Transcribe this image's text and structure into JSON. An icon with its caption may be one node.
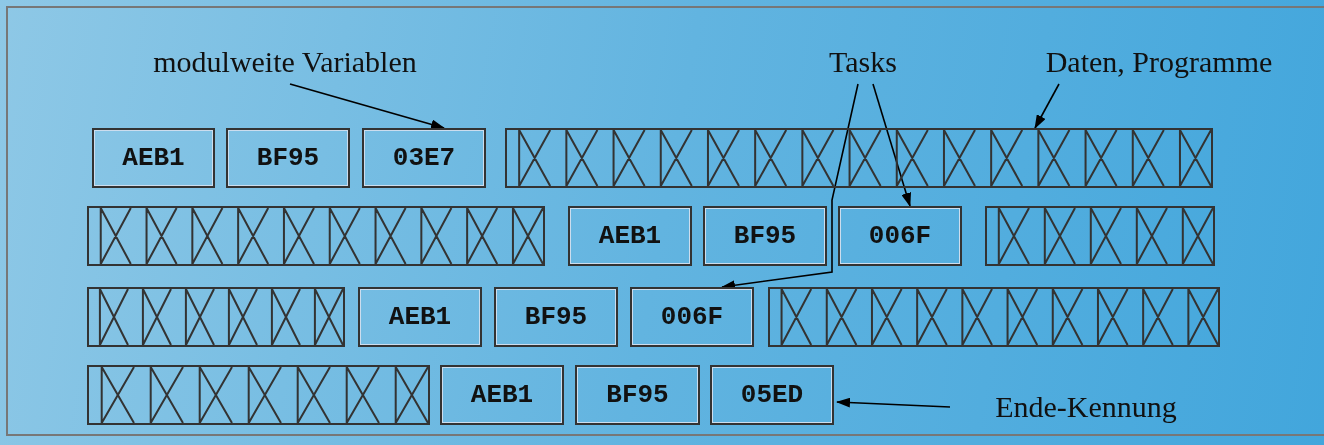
{
  "diagram": {
    "nodes": [
      {
        "text": [
          "modulweite Variablen"
        ]
      },
      {
        "text": [
          "Tasks"
        ]
      },
      {
        "text": [
          "Daten, Programme"
        ]
      },
      {
        "text": [
          "AEB1"
        ]
      },
      {
        "text": [
          "BF95"
        ]
      },
      {
        "text": [
          "03E7"
        ]
      },
      {
        "text": [],
        "shape": "bar"
      },
      {
        "text": [],
        "shape": "bar"
      },
      {
        "text": [
          "AEB1"
        ]
      },
      {
        "text": [
          "BF95"
        ]
      },
      {
        "text": [
          "006F"
        ]
      },
      {
        "text": [],
        "shape": "bar"
      },
      {
        "text": [],
        "shape": "bar"
      },
      {
        "text": [
          "AEB1"
        ]
      },
      {
        "text": [
          "BF95"
        ]
      },
      {
        "text": [
          "006F"
        ]
      },
      {
        "text": [],
        "shape": "bar"
      },
      {
        "text": [],
        "shape": "bar"
      },
      {
        "text": [
          "AEB1"
        ]
      },
      {
        "text": [
          "BF95"
        ]
      },
      {
        "text": [
          "05ED"
        ]
      },
      {
        "text": [
          "Ende-Kennung"
        ]
      }
    ],
    "edges": [
      {
        "from": 0,
        "to": 5,
        "arrow": "to"
      },
      {
        "from": 1,
        "to": 10,
        "arrow": "to"
      },
      {
        "from": 1,
        "to": 15,
        "arrow": "to"
      },
      {
        "from": 2,
        "to": 6,
        "arrow": "to"
      },
      {
        "from": 21,
        "to": 20,
        "arrow": "to"
      }
    ]
  }
}
